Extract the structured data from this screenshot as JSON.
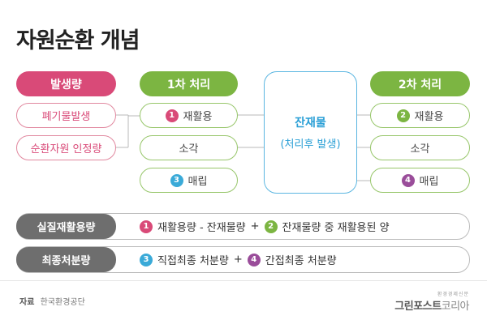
{
  "title": "자원순환 개념",
  "generation": {
    "header": "발생량",
    "items": [
      "폐기물발생",
      "순환자원 인정량"
    ]
  },
  "first_treatment": {
    "header": "1차 처리",
    "items": [
      {
        "num": "1",
        "label": "재활용"
      },
      {
        "label": "소각"
      },
      {
        "num": "3",
        "label": "매립"
      }
    ]
  },
  "residue": {
    "label": "잔재물",
    "sub": "(처리후 발생)"
  },
  "second_treatment": {
    "header": "2차 처리",
    "items": [
      {
        "num": "2",
        "label": "재활용"
      },
      {
        "label": "소각"
      },
      {
        "num": "4",
        "label": "매립"
      }
    ]
  },
  "recycling_amount": {
    "label": "실질재활용량",
    "n1": "1",
    "t1": "재활용량 - 잔재물량",
    "op": "+",
    "n2": "2",
    "t2": "잔재물량 중 재활용된 양"
  },
  "disposal_amount": {
    "label": "최종처분량",
    "n1": "3",
    "t1": "직접최종 처분량",
    "op": "+",
    "n2": "4",
    "t2": "간접최종 처분량"
  },
  "source": {
    "label": "자료",
    "value": "한국환경공단"
  },
  "logo": {
    "small": "환경경제신문",
    "bold": "그린포스트",
    "light": "코리아"
  },
  "colors": {
    "red": "#d94a78",
    "green": "#7cb542",
    "blue": "#3aaad8",
    "purple": "#9a4d9a",
    "gray": "#6e6e6e"
  }
}
